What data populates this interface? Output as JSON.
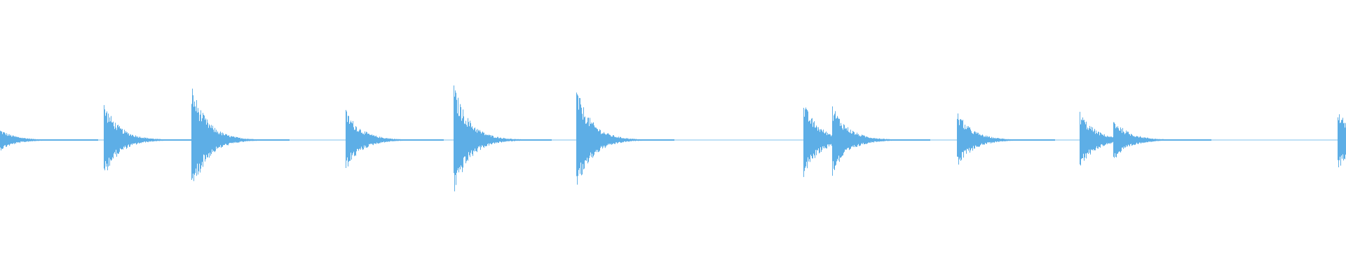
{
  "waveform": {
    "color": "#5DAEE6",
    "background": "#FFFFFF",
    "baseline_color": "#7EC0EC",
    "onsets": [
      {
        "time": 0.0,
        "amplitude": 0.12
      },
      {
        "time": 0.077,
        "amplitude": 0.42
      },
      {
        "time": 0.142,
        "amplitude": 0.62
      },
      {
        "time": 0.257,
        "amplitude": 0.34
      },
      {
        "time": 0.337,
        "amplitude": 0.62
      },
      {
        "time": 0.428,
        "amplitude": 0.58
      },
      {
        "time": 0.597,
        "amplitude": 0.42
      },
      {
        "time": 0.618,
        "amplitude": 0.4
      },
      {
        "time": 0.711,
        "amplitude": 0.32
      },
      {
        "time": 0.802,
        "amplitude": 0.32
      },
      {
        "time": 0.827,
        "amplitude": 0.24
      },
      {
        "time": 0.994,
        "amplitude": 0.34
      }
    ]
  }
}
